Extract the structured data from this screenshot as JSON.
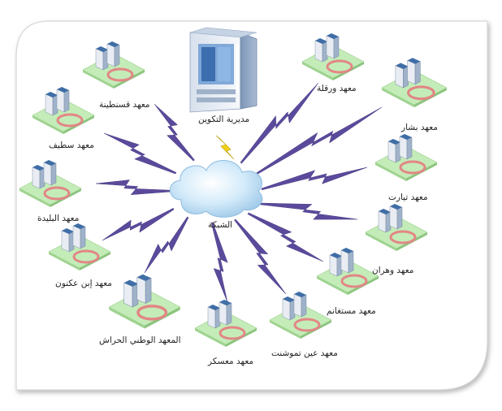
{
  "colors": {
    "bolt": "#5b4a9c",
    "bolt_yellow": "#f0d21a",
    "plot": "#c4ecb8",
    "plot_side": "#9fd391",
    "pad": "#e28686",
    "building_front": "#e9edf3",
    "building_side": "#9fb2c9",
    "roof": "#3f6ea7",
    "cloud": "#bcdcf1",
    "frame_border": "#d9d9d9"
  },
  "hub": {
    "cloud_label": "الشبكة",
    "server_label": "مديرية التكوين"
  },
  "institutes": {
    "constantine": "معهد قسنطينة",
    "setif": "معهد سطيف",
    "blida": "معهد البليدة",
    "aknoun": "معهد إبن عكنون",
    "harrach": "المعهد الوطني الحراش",
    "mascara": "معهد معسكر",
    "ain_temouchent": "معهد عين تموشنت",
    "mostaganem": "معهد مستغانم",
    "oran": "معهد وهران",
    "tiaret": "معهد تيارت",
    "bechar": "معهد بشار",
    "ouargla": "معهد ورقلة"
  }
}
